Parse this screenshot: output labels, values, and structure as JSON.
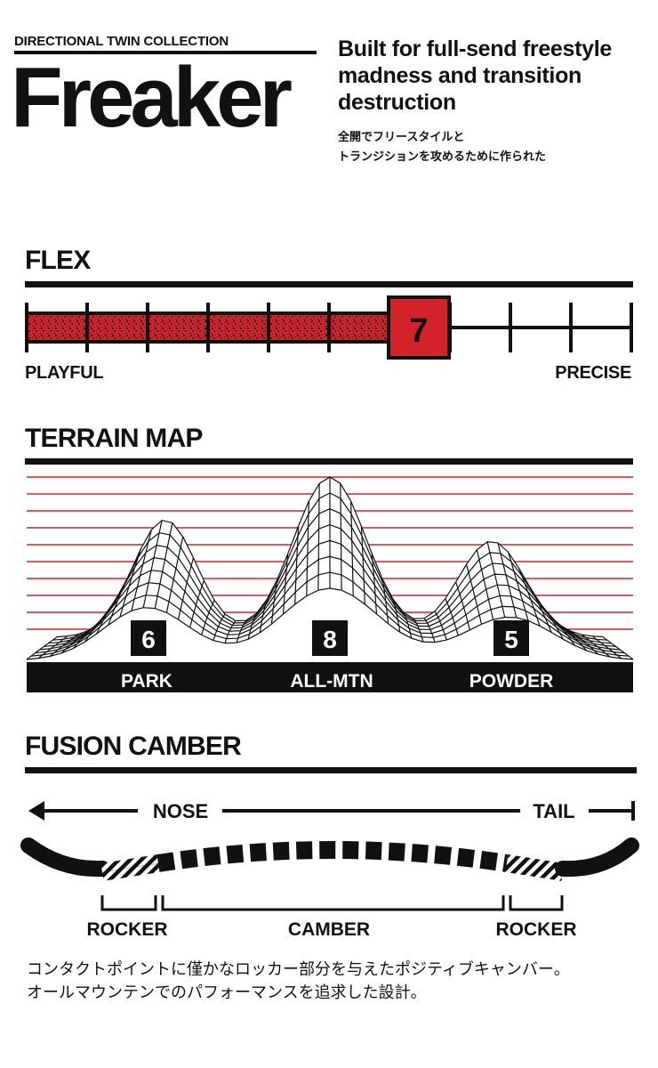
{
  "header": {
    "collection": "DIRECTIONAL TWIN COLLECTION",
    "model": "Freaker",
    "tagline": "Built for full-send freestyle madness and transition destruction",
    "tagline_jp_line1": "全開でフリースタイルと",
    "tagline_jp_line2": "トランジションを攻めるために作られた"
  },
  "flex": {
    "title": "FLEX",
    "value": "7",
    "level": 7,
    "max": 10,
    "left_label": "PLAYFUL",
    "right_label": "PRECISE",
    "accent": "#d2232a"
  },
  "terrain": {
    "title": "TERRAIN MAP",
    "zones": [
      {
        "label": "PARK",
        "score": "6"
      },
      {
        "label": "ALL-MTN",
        "score": "8"
      },
      {
        "label": "POWDER",
        "score": "5"
      }
    ],
    "line_color": "#d2232a"
  },
  "camber": {
    "title": "FUSION CAMBER",
    "nose_label": "NOSE",
    "tail_label": "TAIL",
    "zones": [
      "ROCKER",
      "CAMBER",
      "ROCKER"
    ],
    "note_line1": "コンタクトポイントに僅かなロッカー部分を与えたポジティブキャンバー。",
    "note_line2": "オールマウンテンでのパフォーマンスを追求した設計。"
  }
}
